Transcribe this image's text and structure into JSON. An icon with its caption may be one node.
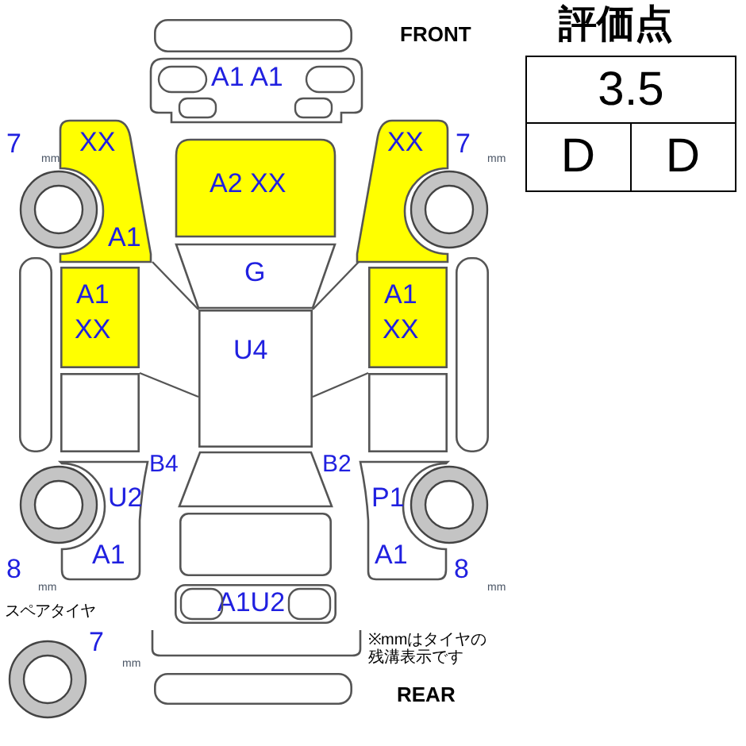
{
  "diagram": {
    "nodes": [
      {
        "text": [],
        "shape": "box"
      },
      {
        "text": [
          "A1 A1"
        ]
      },
      {
        "text": [
          "XX",
          "A1"
        ]
      },
      {
        "text": [
          "A2 XX"
        ]
      },
      {
        "text": [
          "XX"
        ]
      },
      {
        "text": [
          "G"
        ]
      },
      {
        "text": [],
        "shape": "box"
      },
      {
        "text": [
          "A1",
          "XX"
        ]
      },
      {
        "text": [
          "U4"
        ]
      },
      {
        "text": [
          "A1",
          "XX"
        ]
      },
      {
        "text": [],
        "shape": "box"
      },
      {
        "text": [],
        "shape": "box"
      },
      {
        "text": [],
        "shape": "box"
      },
      {
        "text": [
          "U2",
          "A1"
        ]
      },
      {
        "text": [],
        "shape": "box"
      },
      {
        "text": [
          "P1",
          "A1"
        ]
      },
      {
        "text": [],
        "shape": "box"
      },
      {
        "text": [
          "A1U2"
        ]
      },
      {
        "text": [],
        "shape": "box"
      },
      {
        "text": [],
        "shape": "box"
      }
    ],
    "labels": [
      "FRONT",
      "評価点",
      "3.5",
      "D",
      "D",
      "7",
      "mm",
      "7",
      "mm",
      "B4",
      "B2",
      "8",
      "mm",
      "8",
      "mm",
      "スペアタイヤ",
      "7",
      "mm",
      "※mmはタイヤの残溝表示です",
      "REAR"
    ]
  }
}
